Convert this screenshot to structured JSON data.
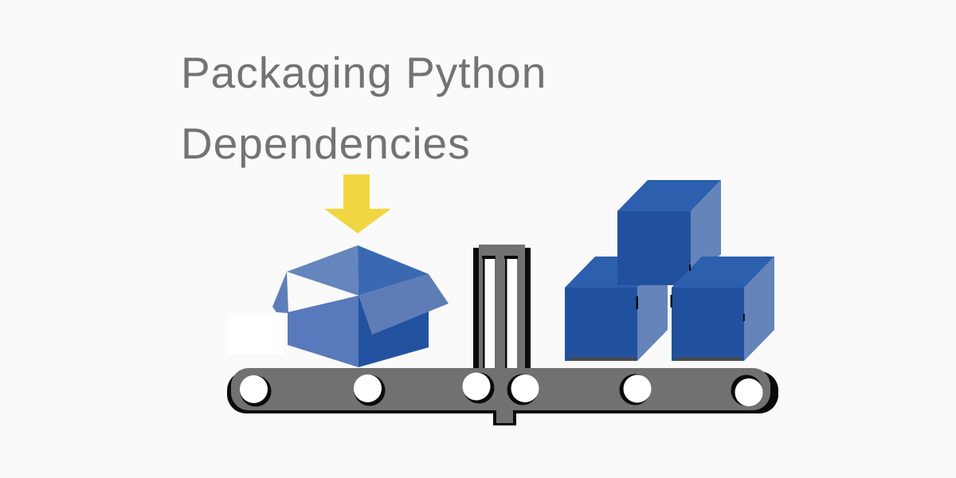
{
  "title": {
    "line1": "Packaging Python",
    "line2": "Dependencies"
  },
  "icons": {
    "arrow_down": "arrow-down-icon",
    "open_box": "open-box-icon",
    "cube_stack": "cube-stack-icon",
    "conveyor": "conveyor-belt",
    "gate": "gate-post"
  },
  "colors": {
    "background": "#fafafa",
    "white_patch": "#ffffff",
    "title": "#737373",
    "arrow": "#f0d640",
    "box_inner_left": "#6585bd",
    "box_inner_right": "#3a69b2",
    "box_flap_left": "#5d7eba",
    "box_flap_right": "#5e7db6",
    "box_front_left": "#5879bb",
    "box_front_right": "#2352a0",
    "cube_front": "#21519e",
    "cube_top": "#2c5fae",
    "cube_side": "#6584ba",
    "machine_gray": "#717171",
    "outline_black": "#0a0a0a",
    "hole_white": "#ffffff",
    "shadow": "#4a4a4a"
  }
}
